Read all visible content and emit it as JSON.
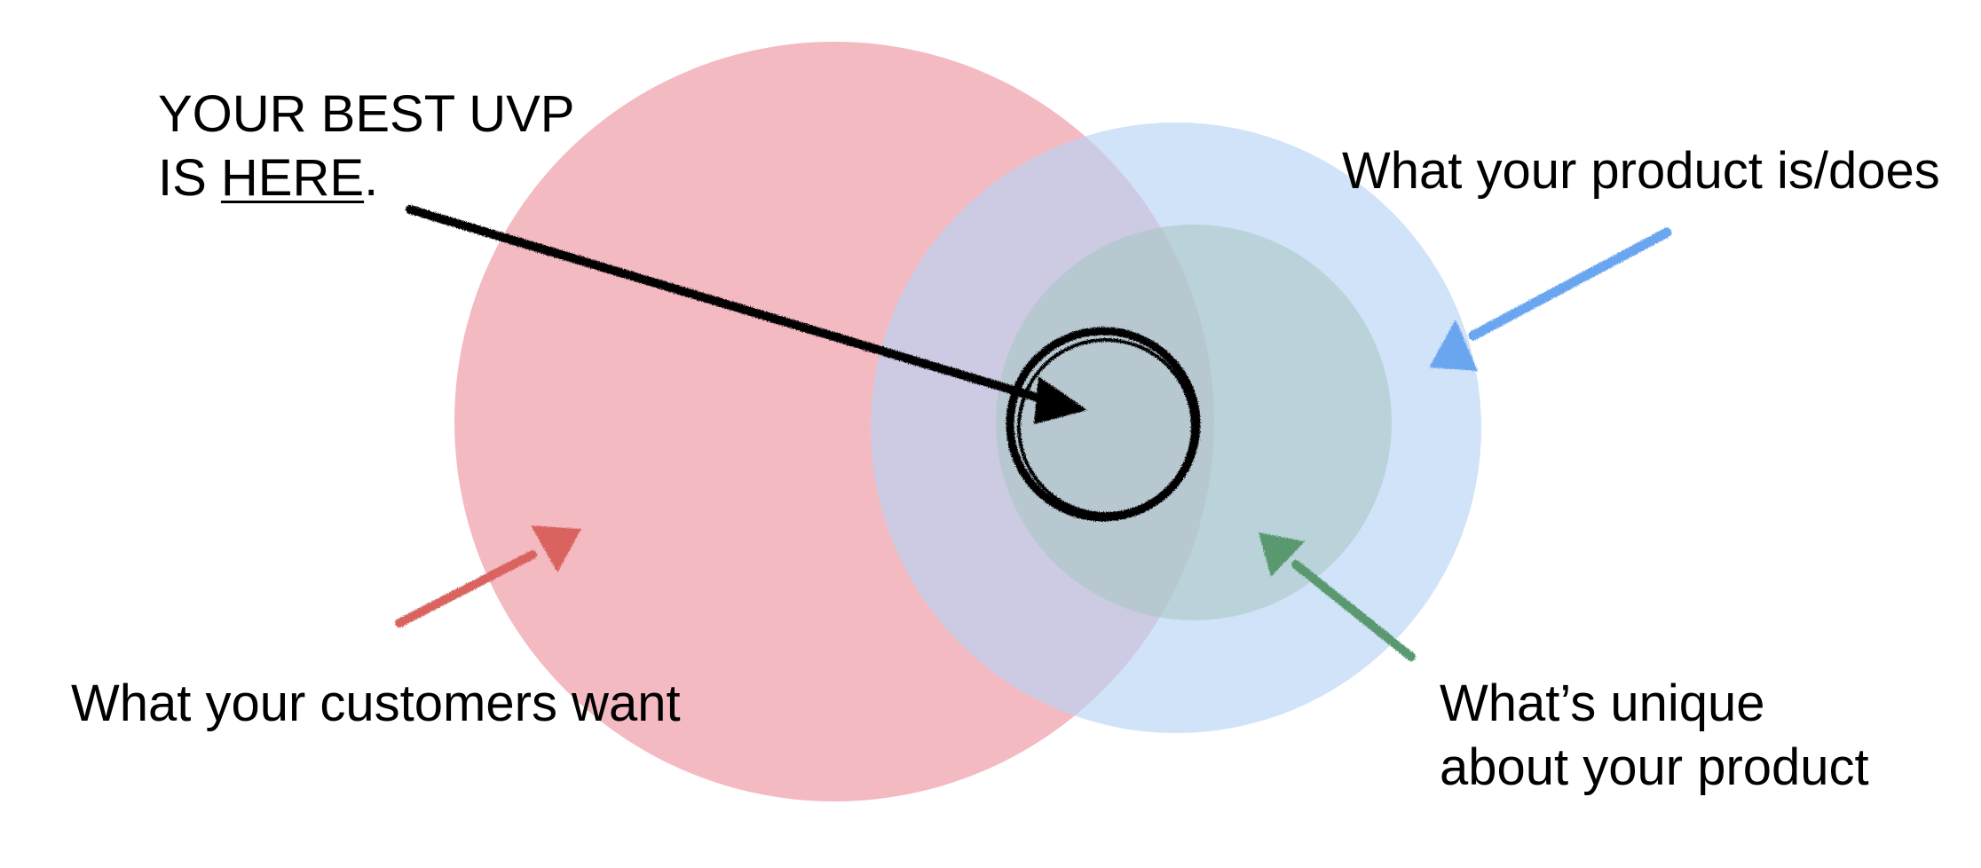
{
  "labels": {
    "uvp_line1": "YOUR BEST UVP",
    "uvp_line2_prefix": "IS ",
    "uvp_line2_emphasis": "HERE",
    "uvp_line2_suffix": ".",
    "product": "What your product is/does",
    "customers": "What your customers want",
    "unique_line1": "What’s unique",
    "unique_line2": "about your product"
  },
  "colors": {
    "customers_circle": "#f0a3ad",
    "product_circle": "#b8d4f5",
    "unique_circle": "#a7c7c2",
    "uvp_marker": "#000000",
    "customers_arrow": "#d9645e",
    "product_arrow": "#6aa6f0",
    "unique_arrow": "#5a9970",
    "text": "#000000"
  }
}
